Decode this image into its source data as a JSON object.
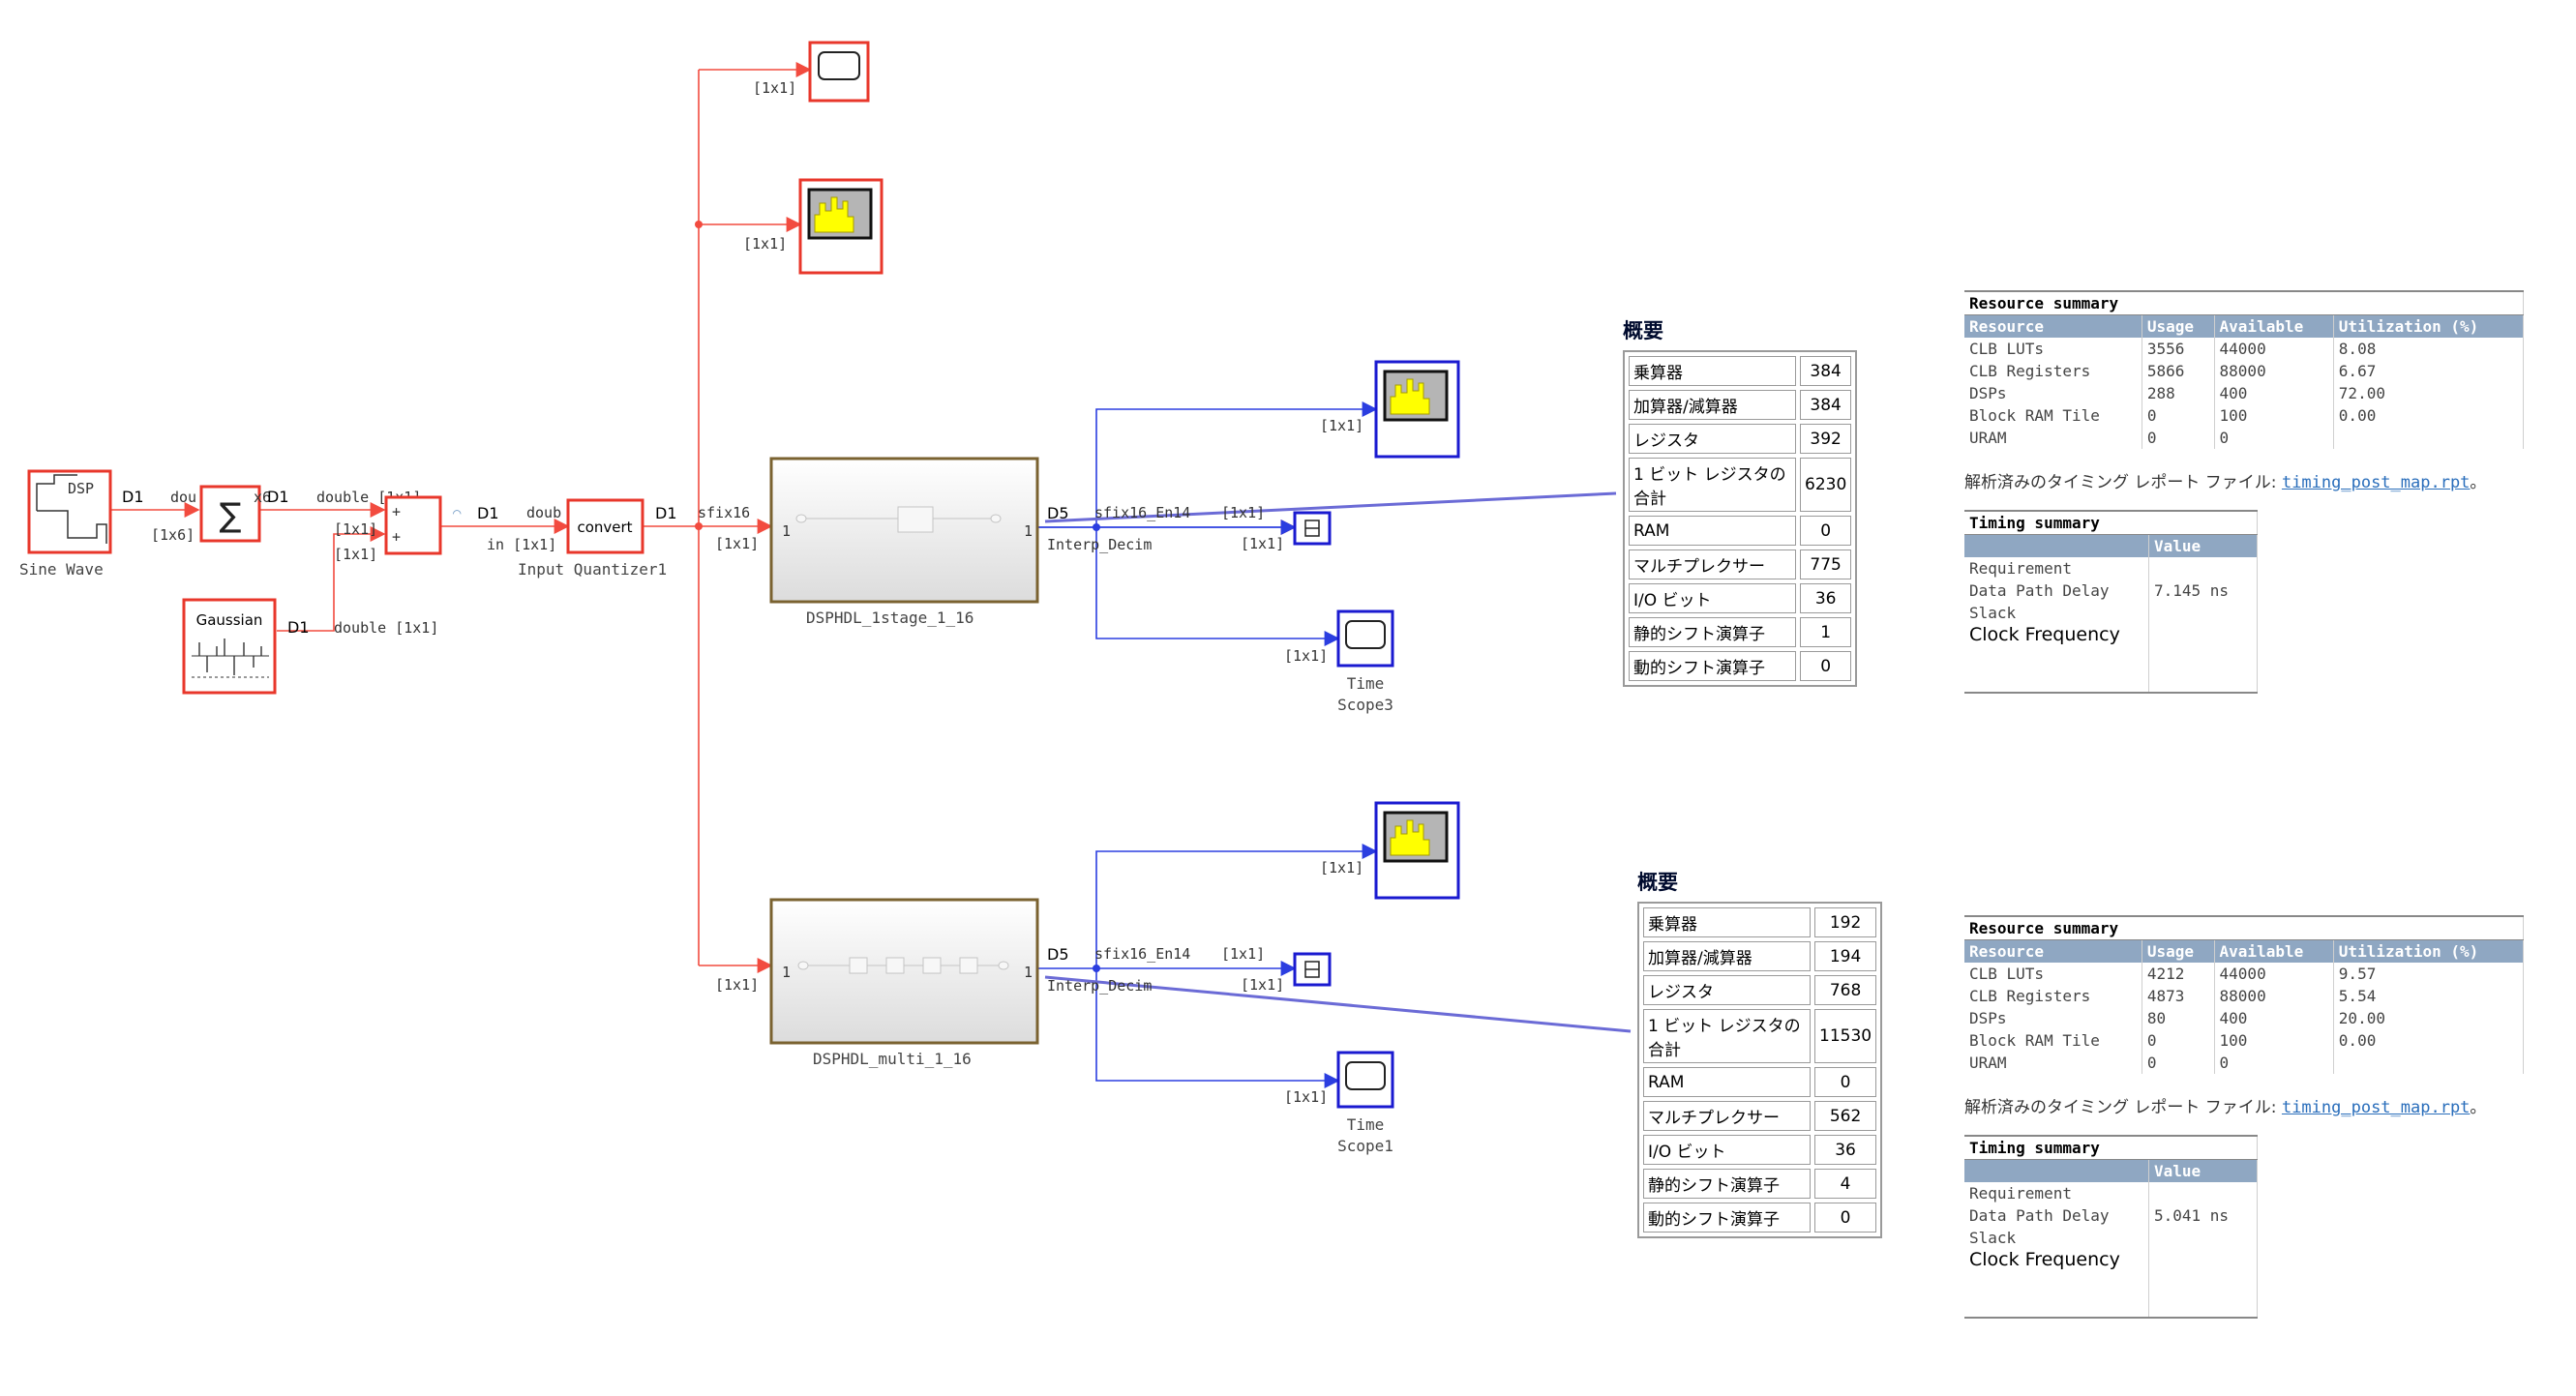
{
  "blocks": {
    "sine_wave": {
      "label": "Sine Wave",
      "icon_text": "DSP",
      "out_port": "D1",
      "out_dim": "[1x6]"
    },
    "sum": {
      "in_label": "dou",
      "in_label2": "x6",
      "out_port": "D1",
      "out_type": "double [1x1]"
    },
    "adder": {
      "in1_dim": "[1x1]",
      "in2_dim": "[1x1]",
      "out_port": "D1"
    },
    "gaussian": {
      "icon_text": "Gaussian",
      "out_port": "D1",
      "out_type": "double [1x1]"
    },
    "convert": {
      "icon_text": "convert",
      "in_type": "doub",
      "label": "Input Quantizer1",
      "in_dim": "in [1x1]",
      "out_port": "D1",
      "out_type": "sfix16",
      "out_dim": "[1x1]"
    },
    "subsys1": {
      "label": "DSPHDL_1stage_1_16",
      "in_port": "1",
      "out_port": "1",
      "in_dim": "[1x1]"
    },
    "subsys2": {
      "label": "DSPHDL_multi_1_16",
      "in_port": "1",
      "out_port": "1",
      "in_dim": "[1x1]"
    },
    "top_scope": {
      "dim": "[1x1]"
    },
    "top_spectrum": {
      "dim": "[1x1]"
    },
    "out1": {
      "rate": "D5",
      "type": "sfix16_En14",
      "dim": "[1x1]",
      "name": "Interp_Decim",
      "spectrum_dim": "[1x1]",
      "term_dim": "[1x1]",
      "scope_dim": "[1x1]",
      "scope_label": "Time",
      "scope_name": "Scope3"
    },
    "out2": {
      "rate": "D5",
      "type": "sfix16_En14",
      "dim": "[1x1]",
      "name": "Interp_Decim",
      "spectrum_dim": "[1x1]",
      "term_dim": "[1x1]",
      "scope_dim": "[1x1]",
      "scope_label": "Time",
      "scope_name": "Scope1"
    }
  },
  "summary1": {
    "title": "概要",
    "rows": [
      {
        "k": "乗算器",
        "v": "384"
      },
      {
        "k": "加算器/減算器",
        "v": "384"
      },
      {
        "k": "レジスタ",
        "v": "392"
      },
      {
        "k": "1 ビット レジスタの合計",
        "v": "6230"
      },
      {
        "k": "RAM",
        "v": "0"
      },
      {
        "k": "マルチプレクサー",
        "v": "775"
      },
      {
        "k": "I/O ビット",
        "v": "36"
      },
      {
        "k": "静的シフト演算子",
        "v": "1"
      },
      {
        "k": "動的シフト演算子",
        "v": "0"
      }
    ]
  },
  "summary2": {
    "title": "概要",
    "rows": [
      {
        "k": "乗算器",
        "v": "192"
      },
      {
        "k": "加算器/減算器",
        "v": "194"
      },
      {
        "k": "レジスタ",
        "v": "768"
      },
      {
        "k": "1 ビット レジスタの合計",
        "v": "11530"
      },
      {
        "k": "RAM",
        "v": "0"
      },
      {
        "k": "マルチプレクサー",
        "v": "562"
      },
      {
        "k": "I/O ビット",
        "v": "36"
      },
      {
        "k": "静的シフト演算子",
        "v": "4"
      },
      {
        "k": "動的シフト演算子",
        "v": "0"
      }
    ]
  },
  "report1": {
    "resource_caption": "Resource summary",
    "headers": [
      "Resource",
      "Usage",
      "Available",
      "Utilization (%)"
    ],
    "rows": [
      [
        "CLB LUTs",
        "3556",
        "44000",
        "8.08"
      ],
      [
        "CLB Registers",
        "5866",
        "88000",
        "6.67"
      ],
      [
        "DSPs",
        "288",
        "400",
        "72.00"
      ],
      [
        "Block RAM Tile",
        "0",
        "100",
        "0.00"
      ],
      [
        "URAM",
        "0",
        "0",
        ""
      ]
    ],
    "note": "解析済みのタイミング レポート ファイル: ",
    "link": "timing_post_map.rpt",
    "note_end": "。",
    "timing_caption": "Timing summary",
    "timing_header": "Value",
    "timing_rows": [
      [
        "Requirement",
        ""
      ],
      [
        "Data Path Delay",
        "7.145 ns"
      ],
      [
        "Slack",
        ""
      ]
    ],
    "clock_label": "Clock Frequency"
  },
  "report2": {
    "resource_caption": "Resource summary",
    "headers": [
      "Resource",
      "Usage",
      "Available",
      "Utilization (%)"
    ],
    "rows": [
      [
        "CLB LUTs",
        "4212",
        "44000",
        "9.57"
      ],
      [
        "CLB Registers",
        "4873",
        "88000",
        "5.54"
      ],
      [
        "DSPs",
        "80",
        "400",
        "20.00"
      ],
      [
        "Block RAM Tile",
        "0",
        "100",
        "0.00"
      ],
      [
        "URAM",
        "0",
        "0",
        ""
      ]
    ],
    "note": "解析済みのタイミング レポート ファイル: ",
    "link": "timing_post_map.rpt",
    "note_end": "。",
    "timing_caption": "Timing summary",
    "timing_header": "Value",
    "timing_rows": [
      [
        "Requirement",
        ""
      ],
      [
        "Data Path Delay",
        "5.041 ns"
      ],
      [
        "Slack",
        ""
      ]
    ],
    "clock_label": "Clock Frequency"
  },
  "colors": {
    "signal_red": "#f24b3f",
    "signal_blue": "#2b3ee0",
    "block_red": "#e8372b",
    "block_blue": "#1a1ad0",
    "subsystem": "#7a6230",
    "callout": "#6b6bd6"
  }
}
